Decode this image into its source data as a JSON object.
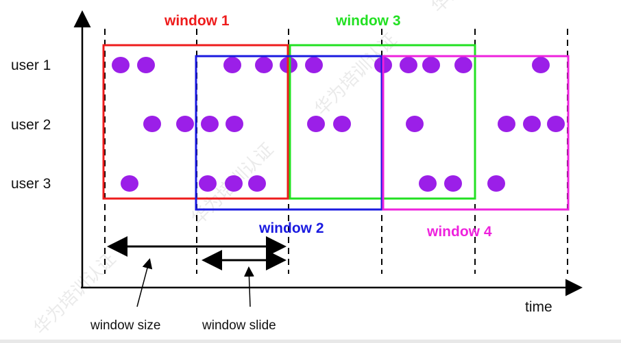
{
  "watermark": "华为培训认证",
  "time_label": "time",
  "window_size_label": "window size",
  "window_slide_label": "window slide",
  "users": [
    "user 1",
    "user 2",
    "user 3"
  ],
  "dot_color": "#9b1fe8",
  "windows": [
    {
      "label": "window 1",
      "color": "#ee1c1c"
    },
    {
      "label": "window 2",
      "color": "#1a1ae0"
    },
    {
      "label": "window 3",
      "color": "#22e022"
    },
    {
      "label": "window 4",
      "color": "#ee22dd"
    }
  ]
}
